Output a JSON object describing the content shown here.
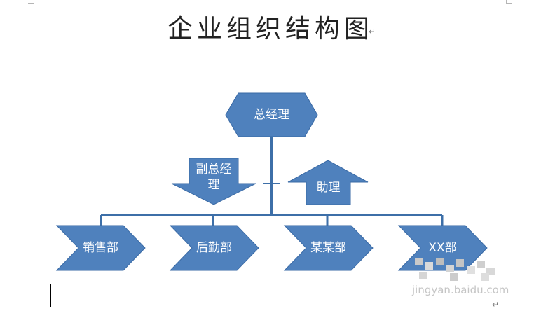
{
  "document": {
    "title": "企业组织结构图",
    "paragraph_mark": "↵"
  },
  "org_chart": {
    "top": "总经理",
    "deputy": "副总经理",
    "assistant": "助理",
    "departments": [
      "销售部",
      "后勤部",
      "某某部",
      "XX部"
    ]
  },
  "watermark": "jingyan.baidu.com",
  "colors": {
    "shape_fill": "#4f81bd",
    "shape_border": "#3a6aa5",
    "connector": "#3d6fa8"
  }
}
